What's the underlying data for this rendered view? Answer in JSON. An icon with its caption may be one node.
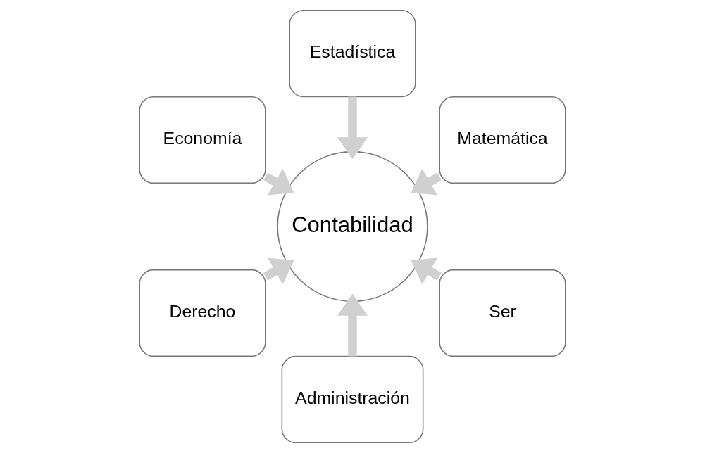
{
  "diagram": {
    "nodes": [
      {
        "text": [
          "Contabilidad"
        ]
      },
      {
        "text": [
          "Matemática"
        ]
      },
      {
        "text": [
          "Estadística"
        ]
      },
      {
        "text": [
          "Economía"
        ]
      },
      {
        "text": [
          "Derecho"
        ]
      },
      {
        "text": [
          "Administración"
        ]
      },
      {
        "text": [
          "Ser"
        ]
      }
    ],
    "edges": [
      {
        "from": 1,
        "to": 0,
        "arrow": "to"
      },
      {
        "from": 2,
        "to": 0,
        "arrow": "to"
      },
      {
        "from": 3,
        "to": 0,
        "arrow": "to"
      },
      {
        "from": 4,
        "to": 0,
        "arrow": "to"
      },
      {
        "from": 5,
        "to": 0,
        "arrow": "to"
      },
      {
        "from": 6,
        "to": 0,
        "arrow": "to"
      }
    ]
  }
}
